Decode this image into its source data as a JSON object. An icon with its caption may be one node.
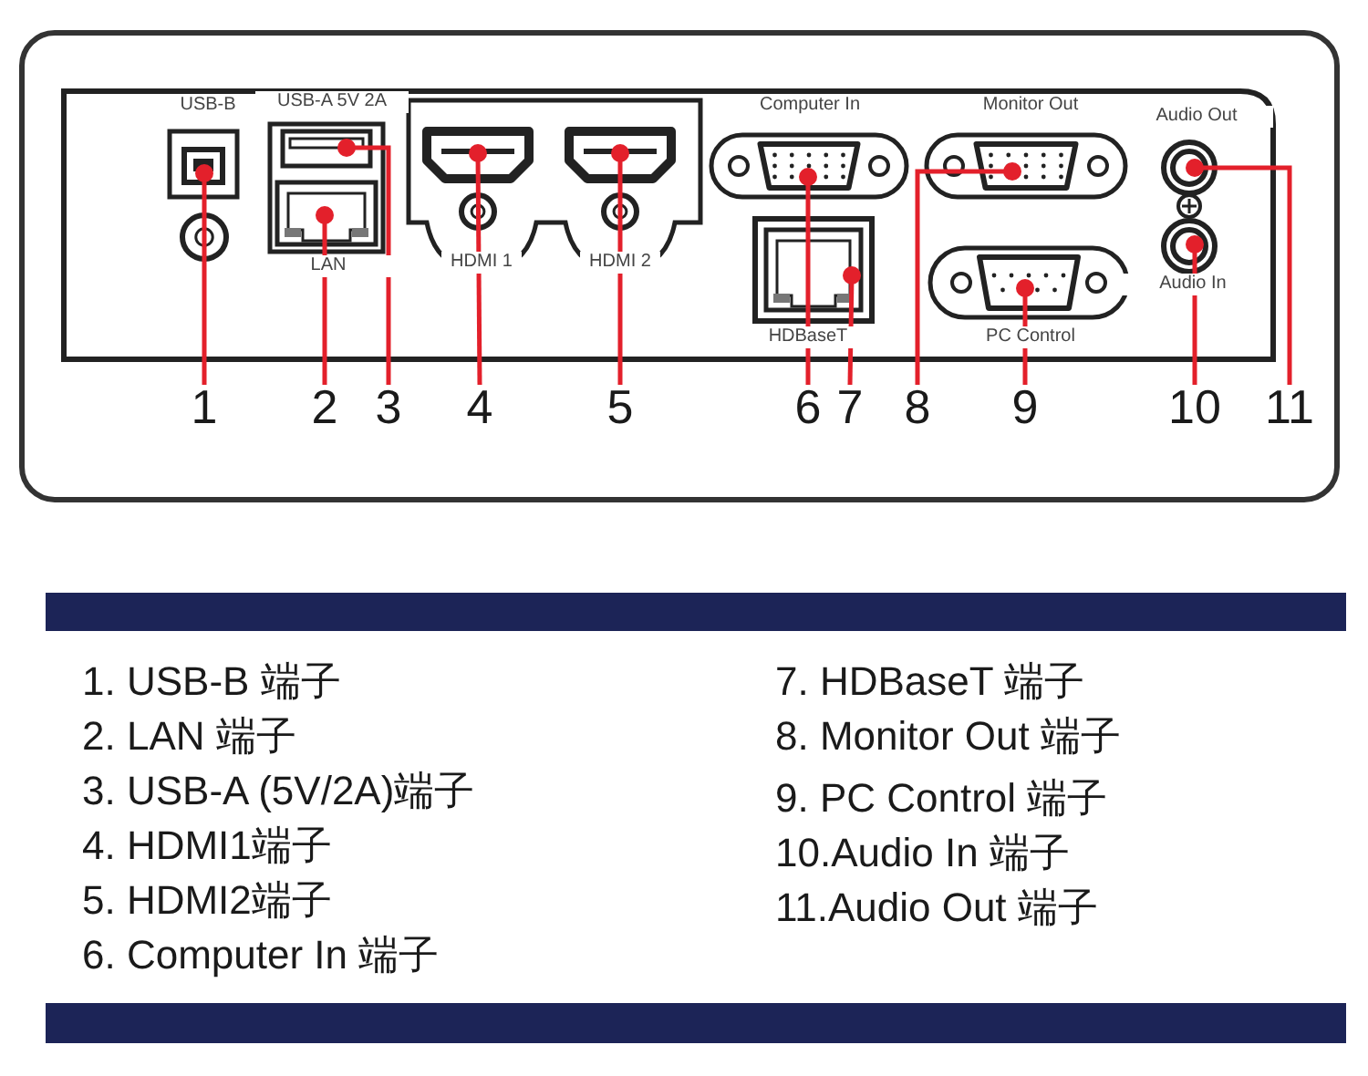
{
  "diagram": {
    "nodes": [
      {
        "text": [],
        "shape": "picture",
        "beside": [
          "USB-B"
        ]
      },
      {
        "text": [],
        "shape": "picture",
        "beside": [
          "LAN"
        ]
      },
      {
        "text": [],
        "shape": "picture",
        "beside": [
          "USB-A 5V 2A"
        ]
      },
      {
        "text": [],
        "shape": "picture"
      },
      {
        "text": [],
        "shape": "picture"
      },
      {
        "text": [],
        "shape": "picture",
        "beside": [
          "Computer In"
        ]
      },
      {
        "text": [],
        "shape": "picture",
        "beside": [
          "HDBaseT"
        ]
      },
      {
        "text": [],
        "shape": "picture",
        "beside": [
          "Monitor Out"
        ]
      },
      {
        "text": [],
        "shape": "picture",
        "beside": [
          "PC Control"
        ]
      },
      {
        "text": [],
        "shape": "picture",
        "beside": [
          "Audio In"
        ]
      },
      {
        "text": [],
        "shape": "picture",
        "beside": [
          "Audio Out"
        ]
      },
      {
        "text": [
          "1"
        ]
      },
      {
        "text": [
          "2"
        ]
      },
      {
        "text": [
          "3"
        ]
      },
      {
        "text": [
          "4"
        ]
      },
      {
        "text": [
          "5"
        ]
      },
      {
        "text": [
          "6"
        ]
      },
      {
        "text": [
          "7"
        ]
      },
      {
        "text": [
          "8"
        ]
      },
      {
        "text": [
          "9"
        ]
      },
      {
        "text": [
          "10"
        ]
      },
      {
        "text": [
          "11"
        ]
      }
    ],
    "edges": [
      {
        "from": 11,
        "to": 0,
        "arrow": "other"
      },
      {
        "from": 12,
        "to": 1,
        "arrow": "other"
      },
      {
        "from": 13,
        "to": 2,
        "arrow": "other"
      },
      {
        "from": 14,
        "to": 3,
        "arrow": "other"
      },
      {
        "from": 15,
        "to": 4,
        "arrow": "other"
      },
      {
        "from": 16,
        "to": 5,
        "arrow": "other"
      },
      {
        "from": 17,
        "to": 6,
        "arrow": "other"
      },
      {
        "from": 18,
        "to": 7,
        "arrow": "other"
      },
      {
        "from": 19,
        "to": 8,
        "arrow": "other"
      },
      {
        "from": 20,
        "to": 9,
        "arrow": "other"
      },
      {
        "from": 21,
        "to": 10,
        "arrow": "other"
      }
    ],
    "labels": [
      "HDMI 1",
      "HDMI 2",
      "1. USB-B 端子",
      "2. LAN 端子",
      "3. USB-A (5V/2A)端子",
      "4. HDMI1端子",
      "5. HDMI2端子",
      "6. Computer In 端子",
      "7. HDBaseT 端子",
      "8. Monitor Out 端子",
      "9. PC Control 端子",
      "10.Audio In 端子",
      "11.Audio Out 端子"
    ]
  }
}
